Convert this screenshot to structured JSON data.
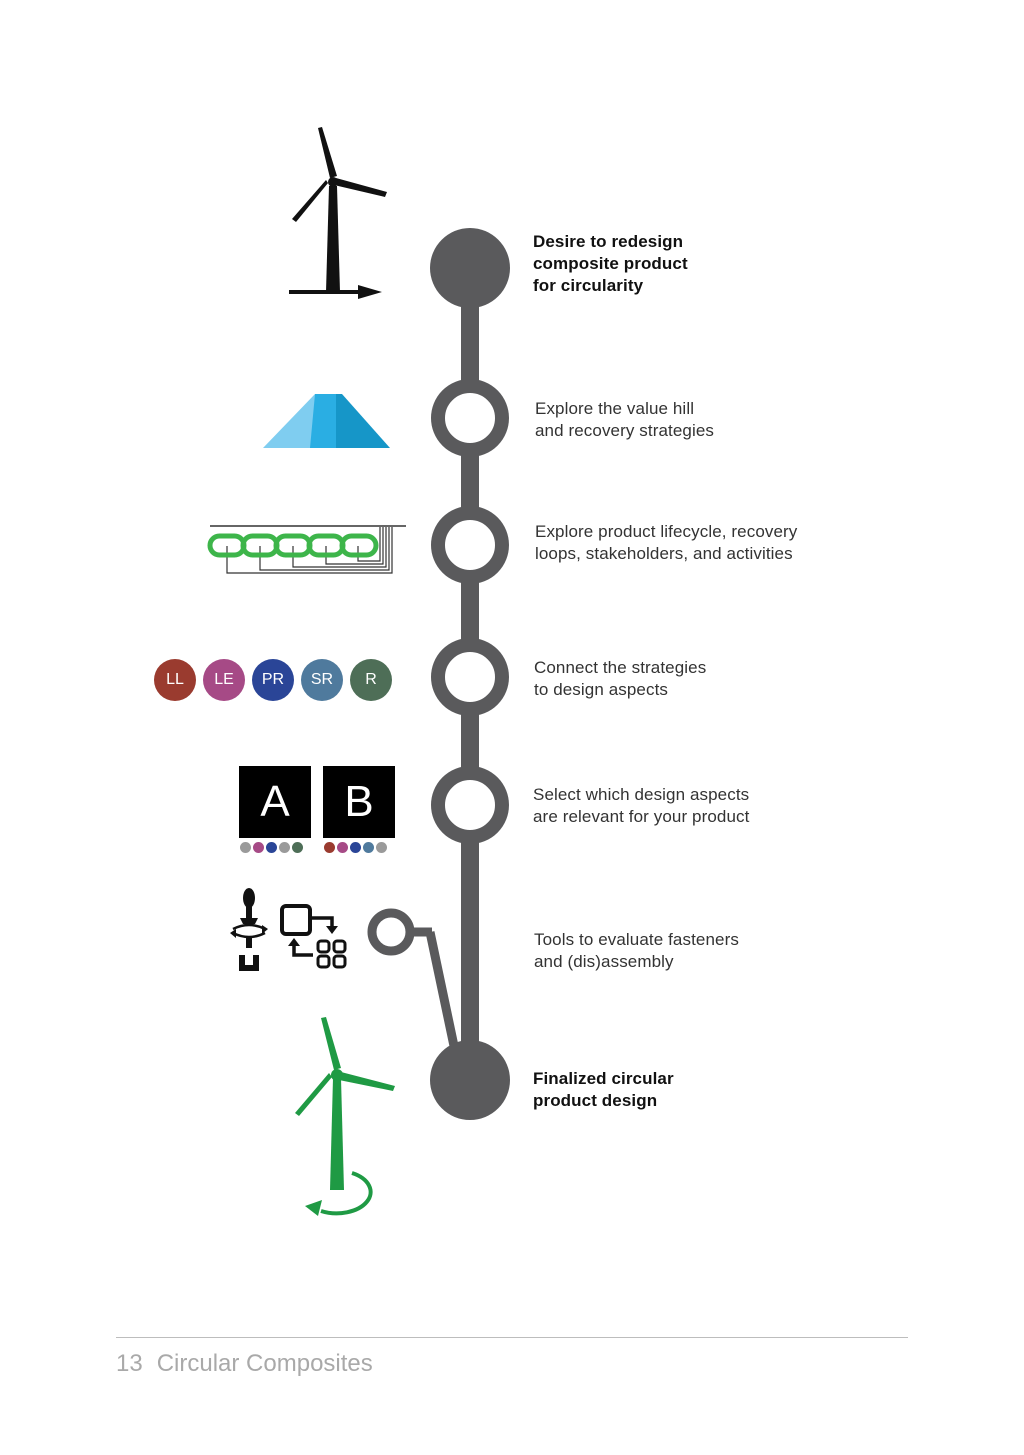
{
  "timeline": {
    "steps": [
      {
        "text": "Desire to redesign\ncomposite product\nfor circularity",
        "emphasis": "bold"
      },
      {
        "text": "Explore the value hill\nand recovery strategies"
      },
      {
        "text": "Explore product lifecycle, recovery\nloops, stakeholders, and activities"
      },
      {
        "text": "Connect the strategies\nto design aspects"
      },
      {
        "text": "Select which design aspects\nare relevant for your product"
      },
      {
        "text": "Tools to evaluate fasteners\nand (dis)assembly"
      },
      {
        "text": "Finalized circular\nproduct design",
        "emphasis": "bold"
      }
    ],
    "line_color": "#5a5a5c"
  },
  "icons": {
    "step1": "wind-turbine-arrow-icon",
    "step2": "value-hill-icon",
    "step3": "chain-loops-icon",
    "step4": "strategy-badges",
    "step5": "design-aspect-boxes",
    "step6": "fastener-tools-icon",
    "step7": "circular-wind-turbine-icon"
  },
  "badges": [
    {
      "label": "LL",
      "color": "#9a3b2f"
    },
    {
      "label": "LE",
      "color": "#a64a86"
    },
    {
      "label": "PR",
      "color": "#2a4597"
    },
    {
      "label": "SR",
      "color": "#4f7a9d"
    },
    {
      "label": "R",
      "color": "#4e6e57"
    }
  ],
  "aspect_boxes": [
    {
      "label": "A",
      "dot_colors": [
        "#9a9a9a",
        "#a64a86",
        "#2a4597",
        "#9a9a9a",
        "#4e6e57"
      ]
    },
    {
      "label": "B",
      "dot_colors": [
        "#9a3b2f",
        "#a64a86",
        "#2a4597",
        "#4f7a9d",
        "#9a9a9a"
      ]
    }
  ],
  "colors": {
    "hill_light": "#7fcdf0",
    "hill_mid": "#2aaee3",
    "hill_dark": "#1696c8",
    "chain_green": "#3db54a",
    "turbine_green": "#1f9a44"
  },
  "footer": {
    "page_number": "13",
    "title": "Circular Composites"
  }
}
